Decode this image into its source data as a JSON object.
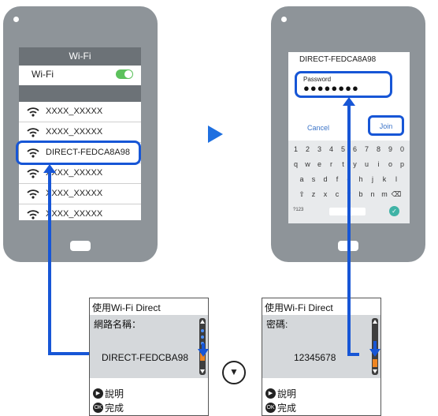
{
  "phone1": {
    "header_title": "Wi-Fi",
    "toggle_label": "Wi-Fi",
    "networks": [
      {
        "ssid": "XXXX_XXXXX"
      },
      {
        "ssid": "XXXX_XXXXX"
      },
      {
        "ssid": "DIRECT-FEDCA8A98"
      },
      {
        "ssid": "XXXX_XXXXX"
      },
      {
        "ssid": "XXXX_XXXXX"
      },
      {
        "ssid": "XXXX_XXXXX"
      }
    ]
  },
  "phone2": {
    "network_title": "DIRECT-FEDCA8A98",
    "password_label": "Password",
    "password_value": "●●●●●●●●",
    "cancel_label": "Cancel",
    "join_label": "Join",
    "keyboard": {
      "row1": [
        "1",
        "2",
        "3",
        "4",
        "5",
        "6",
        "7",
        "8",
        "9",
        "0"
      ],
      "row2": [
        "q",
        "w",
        "e",
        "r",
        "t",
        "y",
        "u",
        "i",
        "o",
        "p"
      ],
      "row3": [
        "a",
        "s",
        "d",
        "f",
        "g",
        "h",
        "j",
        "k",
        "l"
      ],
      "row4": [
        "⇧",
        "z",
        "x",
        "c",
        "v",
        "b",
        "n",
        "m",
        "⌫"
      ],
      "bottom_left": "?123",
      "enter": "✓"
    }
  },
  "panel1": {
    "title": "使用Wi-Fi Direct",
    "field_label": "網路名稱：",
    "field_value": "DIRECT-FEDCBA98",
    "help_label": "說明",
    "ok_label": "完成",
    "ok_button": "OK"
  },
  "panel2": {
    "title": "使用Wi-Fi Direct",
    "field_label": "密碼:",
    "field_value": "12345678",
    "help_label": "說明",
    "ok_label": "完成",
    "ok_button": "OK"
  },
  "colors": {
    "accent_blue": "#1756d6",
    "phone_gray": "#8e9499",
    "toggle_green": "#5cc15c",
    "scroll_orange": "#ee8522"
  }
}
